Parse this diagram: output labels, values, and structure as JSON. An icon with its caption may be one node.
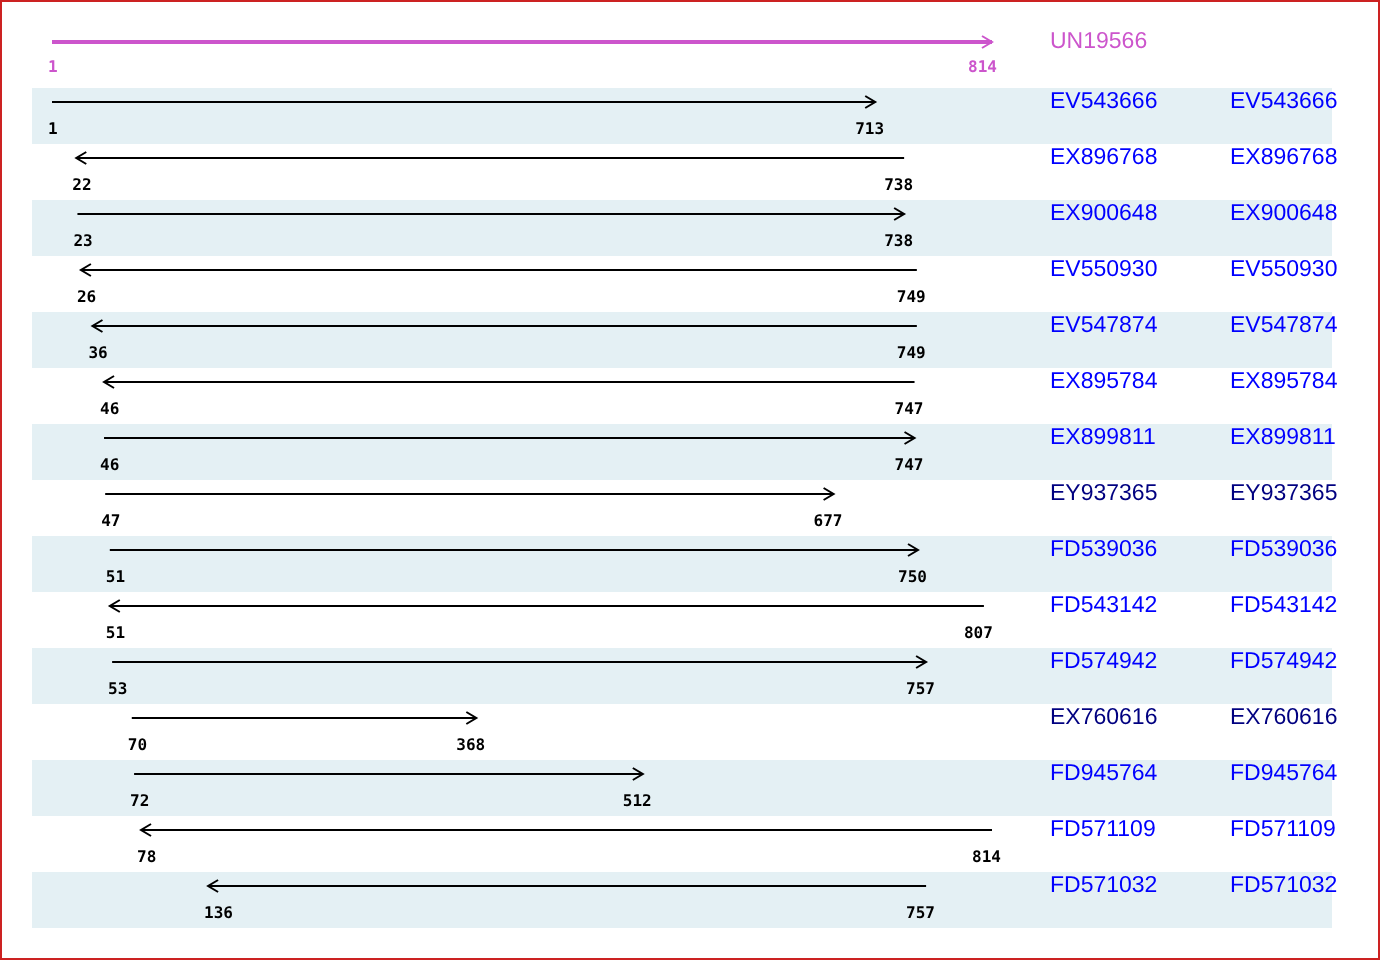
{
  "diagram": {
    "labels": [
      "UN19566",
      "1",
      "814",
      "EV543666",
      "EV543666",
      "1",
      "713",
      "EX896768",
      "EX896768",
      "22",
      "738",
      "EX900648",
      "EX900648",
      "23",
      "738",
      "EV550930",
      "EV550930",
      "26",
      "749",
      "EV547874",
      "EV547874",
      "36",
      "749",
      "EX895784",
      "EX895784",
      "46",
      "747",
      "EX899811",
      "EX899811",
      "46",
      "747",
      "EY937365",
      "EY937365",
      "47",
      "677",
      "FD539036",
      "FD539036",
      "51",
      "750",
      "FD543142",
      "FD543142",
      "51",
      "807",
      "FD574942",
      "FD574942",
      "53",
      "757",
      "EX760616",
      "EX760616",
      "70",
      "368",
      "FD945764",
      "FD945764",
      "72",
      "512",
      "FD571109",
      "FD571109",
      "78",
      "814",
      "FD571032",
      "FD571032",
      "136",
      "757"
    ]
  }
}
